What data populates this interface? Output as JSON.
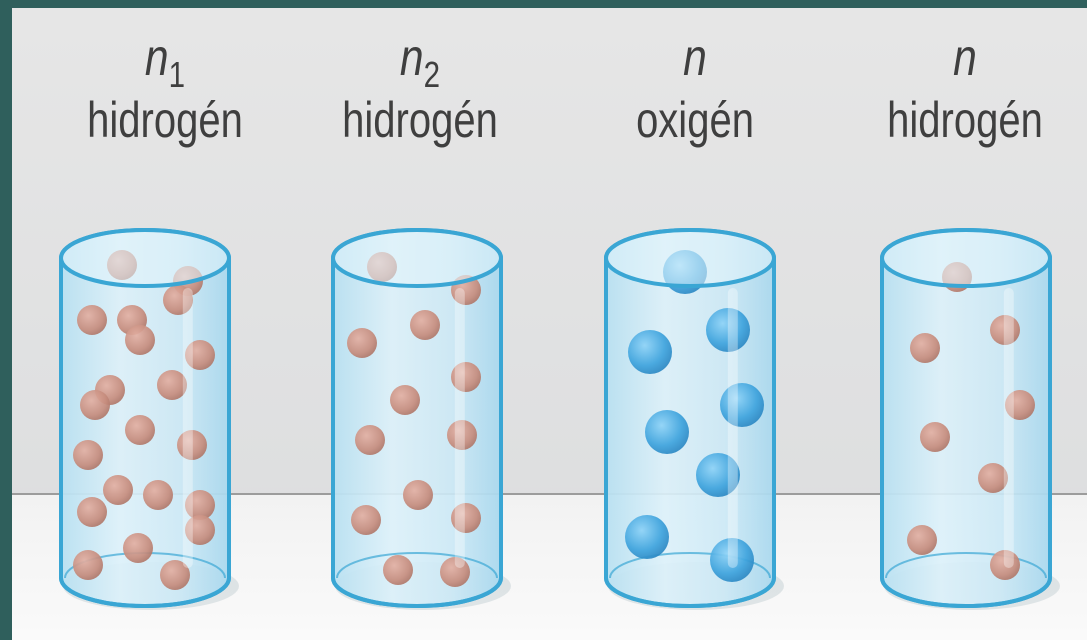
{
  "colors": {
    "background_frame": "#2f5f5c",
    "hydrogen_particle": "#c98f80",
    "oxygen_particle": "#3ea3dd",
    "cylinder_fill": "#cdeaf6",
    "cylinder_edge": "#3aa6d4"
  },
  "cylinders": [
    {
      "symbol": "n",
      "subscript": "1",
      "gas": "hidrogén",
      "particle": "hydrogen"
    },
    {
      "symbol": "n",
      "subscript": "2",
      "gas": "hidrogén",
      "particle": "hydrogen"
    },
    {
      "symbol": "n",
      "subscript": "",
      "gas": "oxigén",
      "particle": "oxygen"
    },
    {
      "symbol": "n",
      "subscript": "",
      "gas": "hidrogén",
      "particle": "hydrogen"
    }
  ]
}
